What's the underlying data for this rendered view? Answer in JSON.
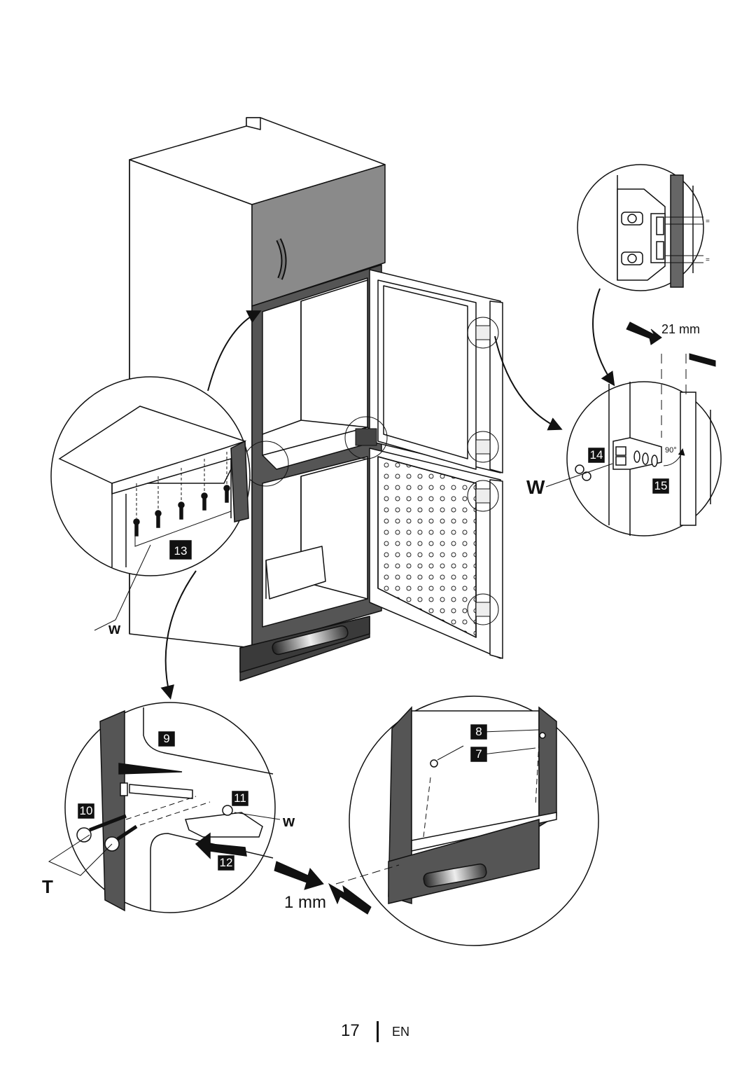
{
  "labels": {
    "dim_21mm": "21 mm",
    "dim_1mm": "1 mm",
    "w_large": "W",
    "w_small_left": "w",
    "w_small_bottom": "w",
    "t": "T",
    "angle": "90°",
    "eq_top": "=",
    "eq_bottom": "="
  },
  "step_numbers": {
    "s7": "7",
    "s8": "8",
    "s9": "9",
    "s10": "10",
    "s11": "11",
    "s12": "12",
    "s13": "13",
    "s14": "14",
    "s15": "15"
  },
  "footer": {
    "page_number": "17",
    "language": "EN"
  }
}
